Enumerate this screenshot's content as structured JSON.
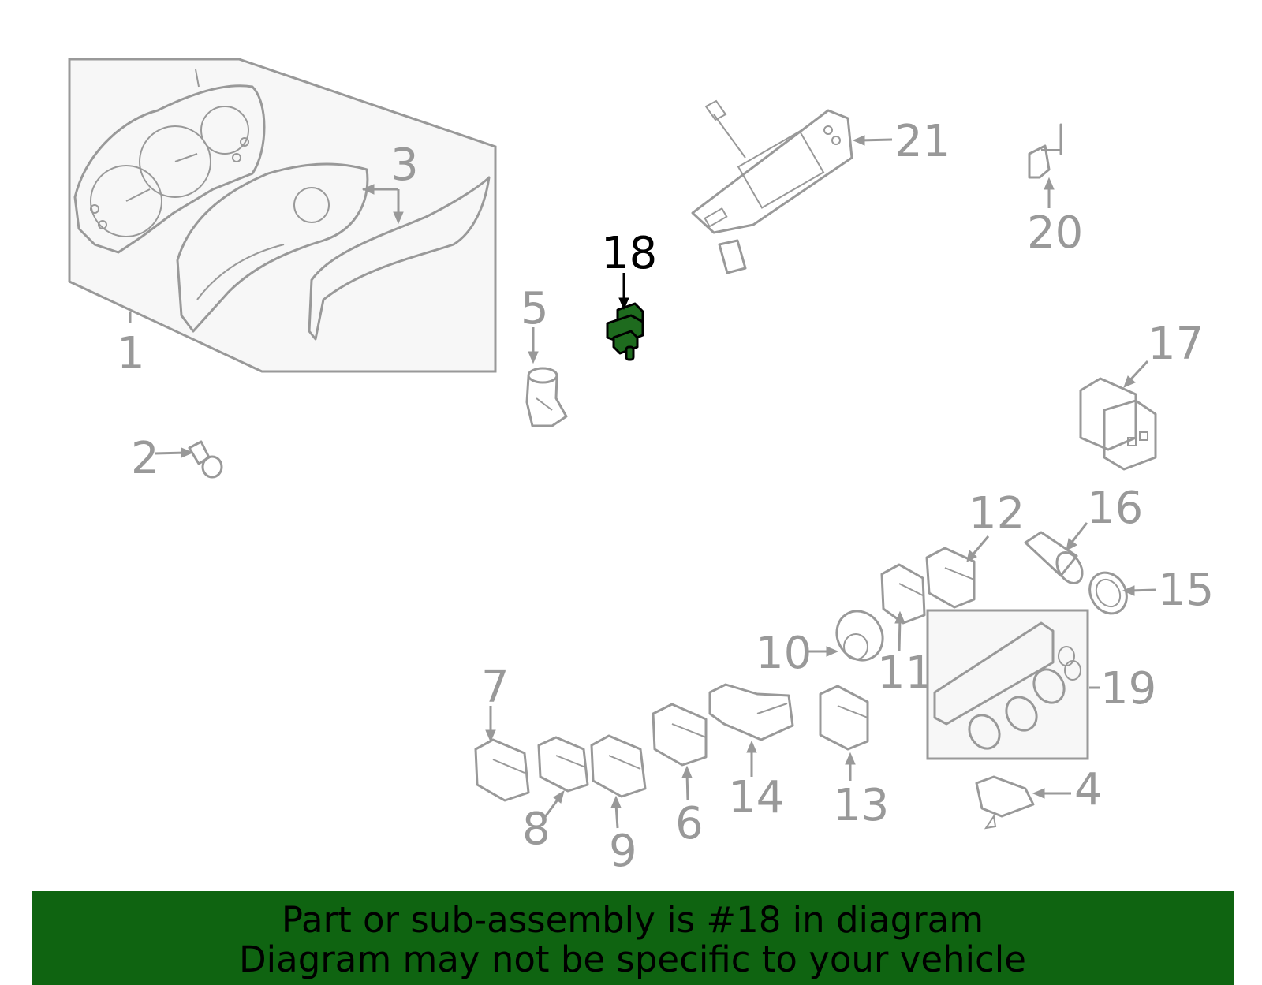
{
  "callouts": [
    {
      "id": "1",
      "label": "1"
    },
    {
      "id": "2",
      "label": "2"
    },
    {
      "id": "3",
      "label": "3"
    },
    {
      "id": "4",
      "label": "4"
    },
    {
      "id": "5",
      "label": "5"
    },
    {
      "id": "6",
      "label": "6"
    },
    {
      "id": "7",
      "label": "7"
    },
    {
      "id": "8",
      "label": "8"
    },
    {
      "id": "9",
      "label": "9"
    },
    {
      "id": "10",
      "label": "10"
    },
    {
      "id": "11",
      "label": "11"
    },
    {
      "id": "12",
      "label": "12"
    },
    {
      "id": "13",
      "label": "13"
    },
    {
      "id": "14",
      "label": "14"
    },
    {
      "id": "15",
      "label": "15"
    },
    {
      "id": "16",
      "label": "16"
    },
    {
      "id": "17",
      "label": "17"
    },
    {
      "id": "18",
      "label": "18"
    },
    {
      "id": "19",
      "label": "19"
    },
    {
      "id": "20",
      "label": "20"
    },
    {
      "id": "21",
      "label": "21"
    }
  ],
  "highlighted_part": "18",
  "banner": {
    "line1": "Part or sub-assembly is #18 in diagram",
    "line2": "Diagram may not be specific to your vehicle"
  },
  "colors": {
    "outline": "#999999",
    "highlight_fill": "#1e6b1e",
    "banner_bg": "#0f6411",
    "active_label": "#000000"
  }
}
